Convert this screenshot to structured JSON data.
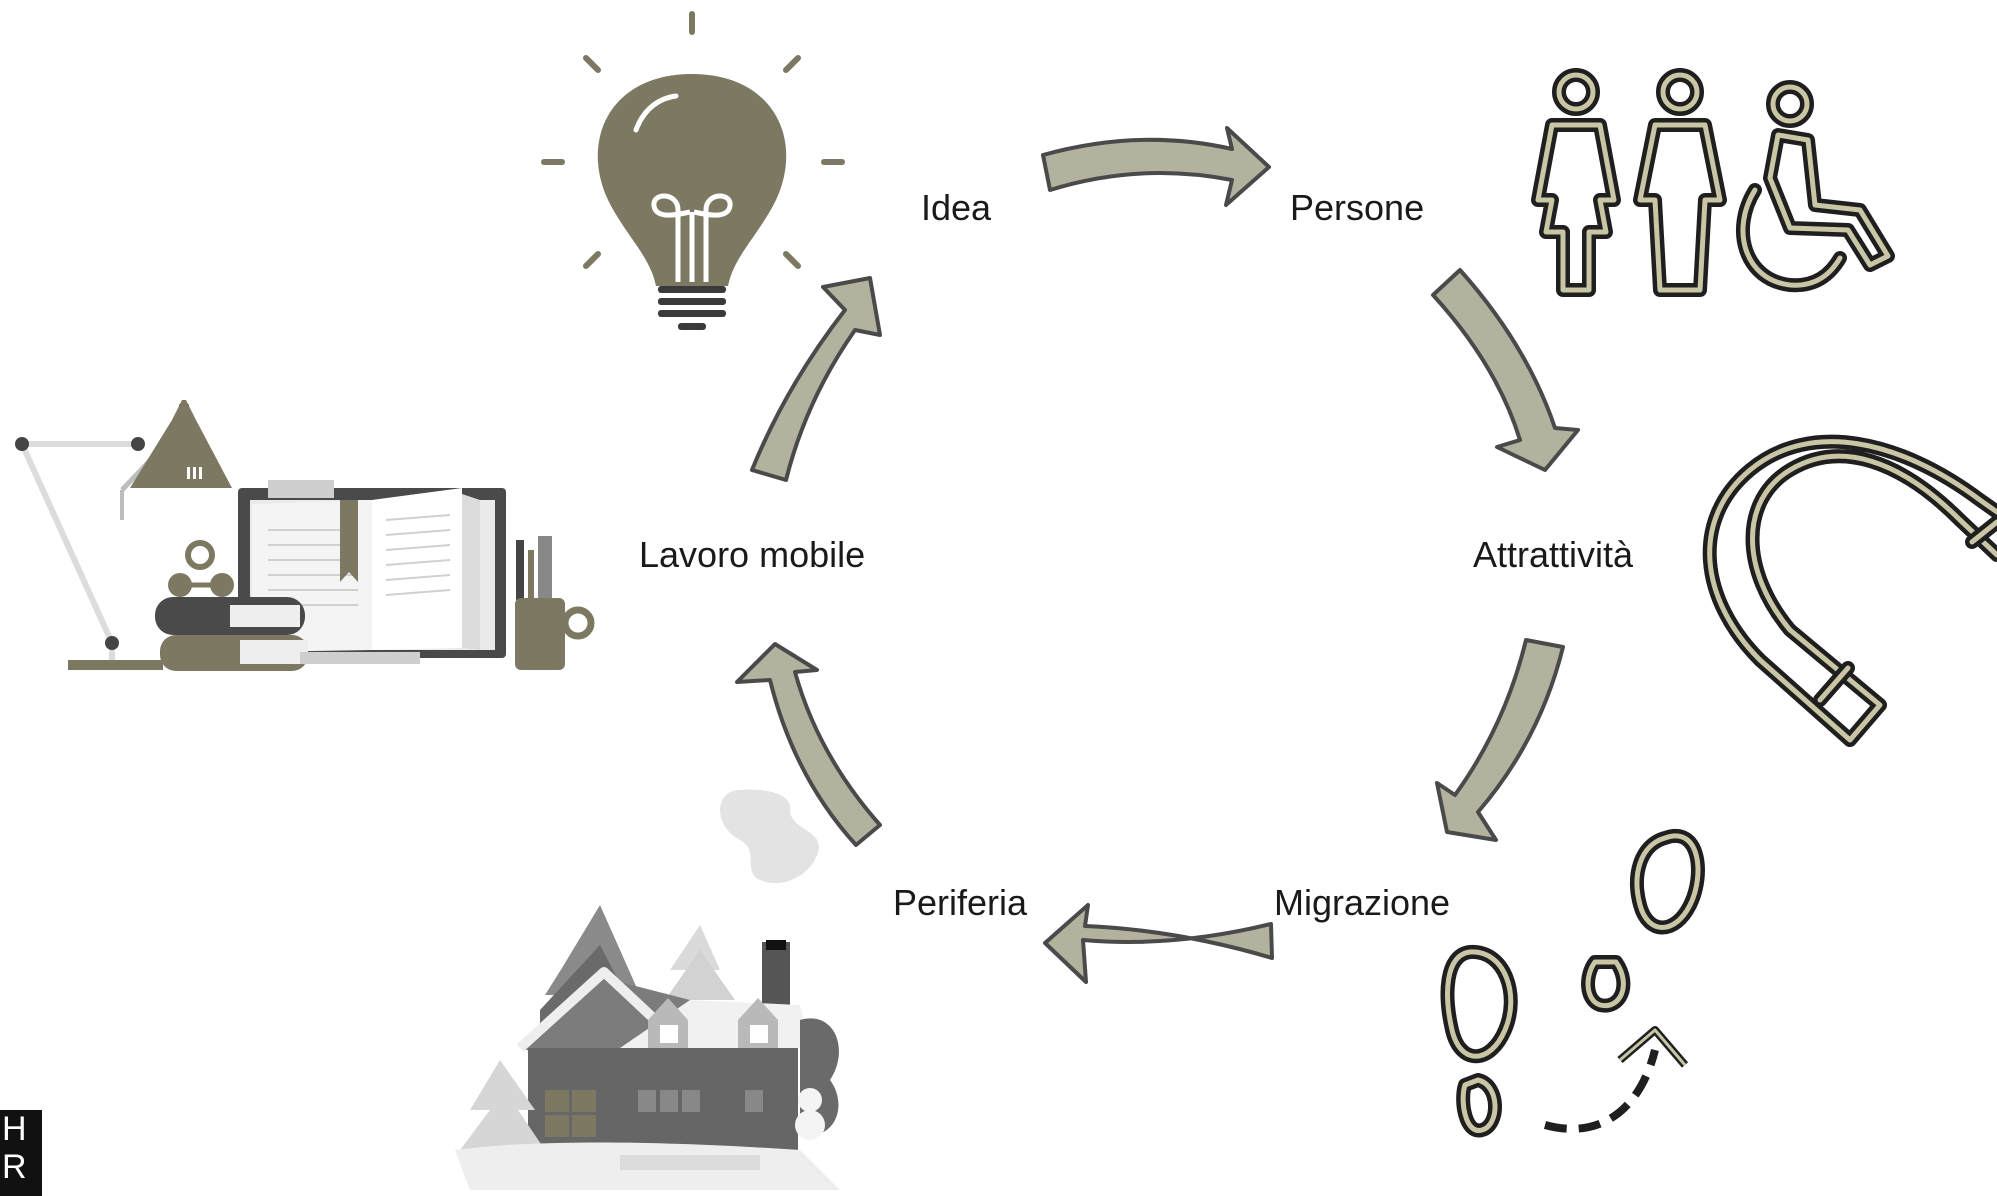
{
  "diagram": {
    "nodes": [
      {
        "id": "idea",
        "label": "Idea",
        "icon": "lightbulb-icon"
      },
      {
        "id": "persone",
        "label": "Persone",
        "icon": "people-icon"
      },
      {
        "id": "attrattivita",
        "label": "Attrattività",
        "icon": "magnet-icon"
      },
      {
        "id": "migrazione",
        "label": "Migrazione",
        "icon": "footprints-icon"
      },
      {
        "id": "periferia",
        "label": "Periferia",
        "icon": "snowy-house-icon"
      },
      {
        "id": "lavoro_mobile",
        "label": "Lavoro mobile",
        "icon": "desk-workspace-icon"
      }
    ],
    "edges": [
      {
        "from": "idea",
        "to": "persone"
      },
      {
        "from": "persone",
        "to": "attrattivita"
      },
      {
        "from": "attrattivita",
        "to": "migrazione"
      },
      {
        "from": "migrazione",
        "to": "periferia"
      },
      {
        "from": "periferia",
        "to": "lavoro_mobile"
      },
      {
        "from": "lavoro_mobile",
        "to": "idea"
      }
    ],
    "colors": {
      "arrow_fill": "#b3b29f",
      "arrow_stroke": "#4a4a4a",
      "accent_olive": "#7d7862",
      "icon_outline": "#1f1f1f"
    }
  },
  "badge": {
    "line1": "H",
    "line2": "R"
  }
}
